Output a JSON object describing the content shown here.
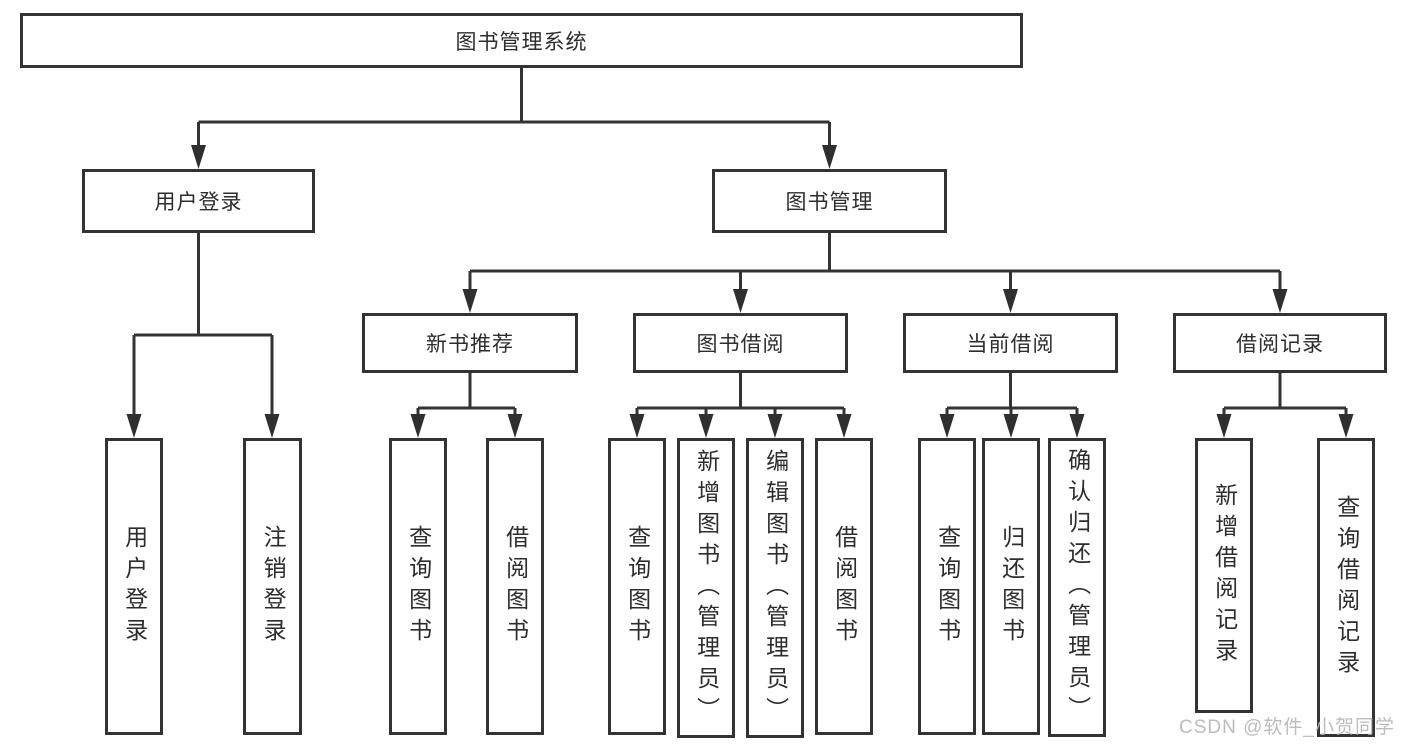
{
  "diagram": {
    "type": "hierarchy-tree",
    "root": "图书管理系统",
    "level2": {
      "user_login": "用户登录",
      "book_mgmt": "图书管理"
    },
    "level3": {
      "new_books": "新书推荐",
      "book_borrow": "图书借阅",
      "current_borrow": "当前借阅",
      "borrow_records": "借阅记录"
    },
    "leaves": {
      "user_login": [
        "用户登录",
        "注销登录"
      ],
      "new_books": [
        "查询图书",
        "借阅图书"
      ],
      "book_borrow": [
        "查询图书",
        "新增图书（管理员）",
        "编辑图书（管理员）",
        "借阅图书"
      ],
      "current_borrow": [
        "查询图书",
        "归还图书",
        "确认归还（管理员）"
      ],
      "borrow_records": [
        "新增借阅记录",
        "查询借阅记录"
      ]
    }
  },
  "watermark": {
    "text": "CSDN @软件_小贺同学"
  },
  "colors": {
    "line": "#333333",
    "box_border": "#333333",
    "text": "#2d2d2d",
    "watermark": "#b5b5b5",
    "background": "#ffffff"
  }
}
